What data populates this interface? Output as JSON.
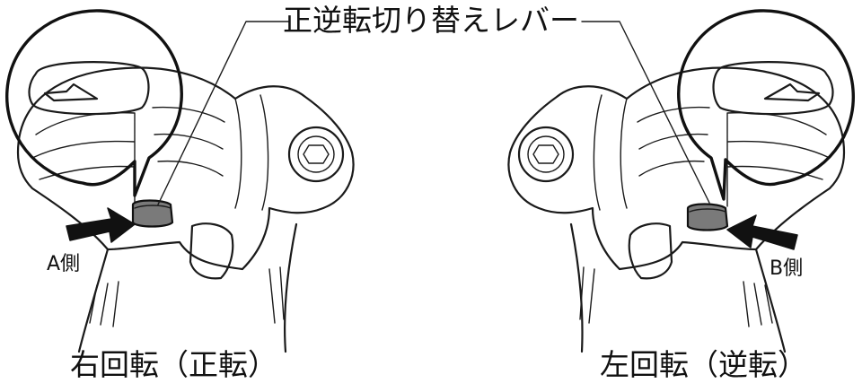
{
  "title": "正逆転切り替えレバー",
  "side_a": "A側",
  "side_b": "B側",
  "caption_right": "右回転（正転）",
  "caption_left": "左回転（逆転）",
  "colors": {
    "line": "#1a1a1a",
    "lever": "#7a7a7a",
    "arrow": "#111111",
    "background": "#ffffff"
  }
}
